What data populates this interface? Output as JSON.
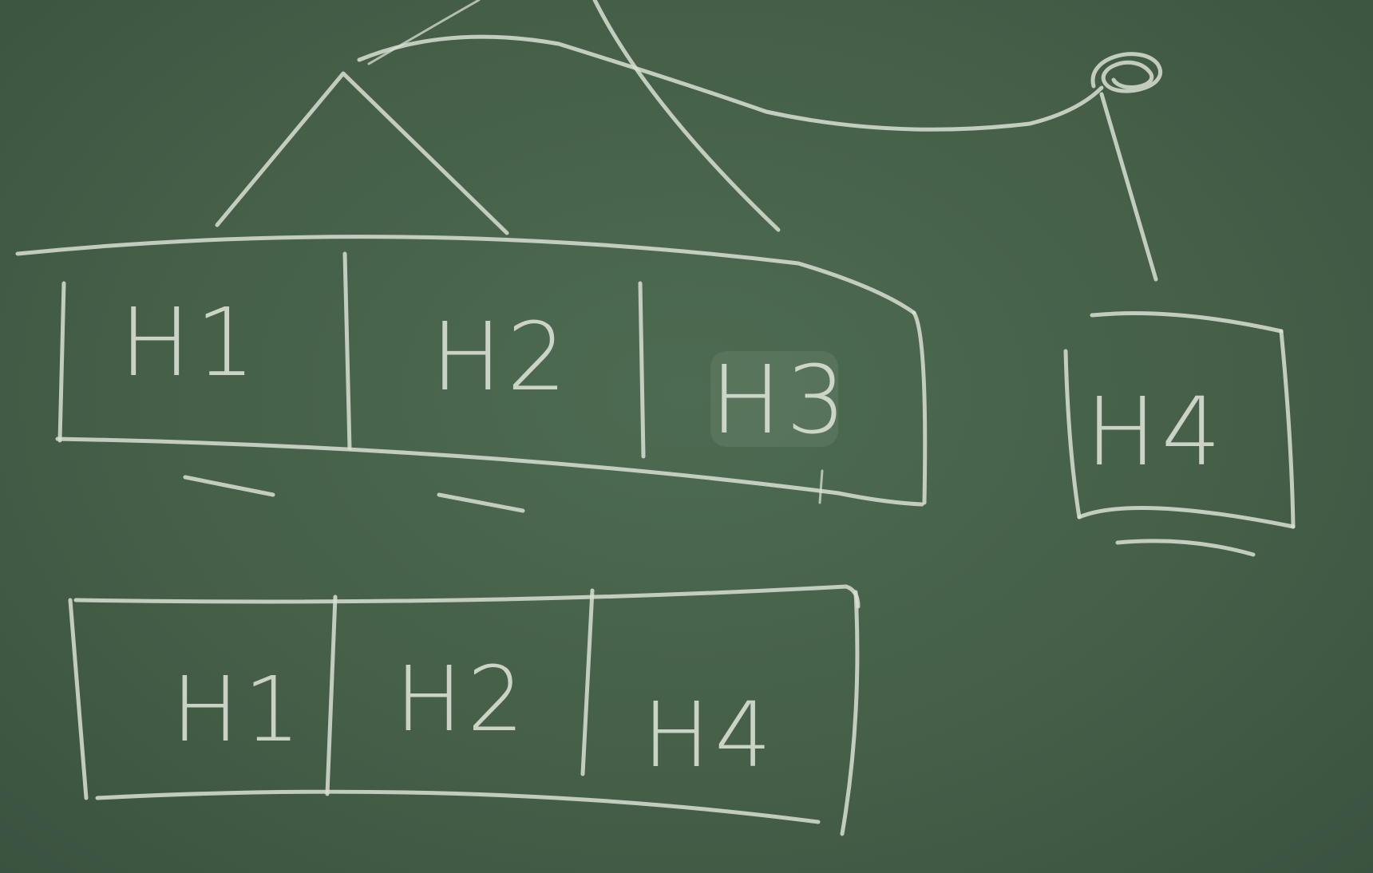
{
  "top_row": {
    "cells": [
      "H1",
      "H2",
      "H3"
    ]
  },
  "separate_block": {
    "label": "H4"
  },
  "bottom_row": {
    "cells": [
      "H1",
      "H2",
      "H4"
    ]
  }
}
